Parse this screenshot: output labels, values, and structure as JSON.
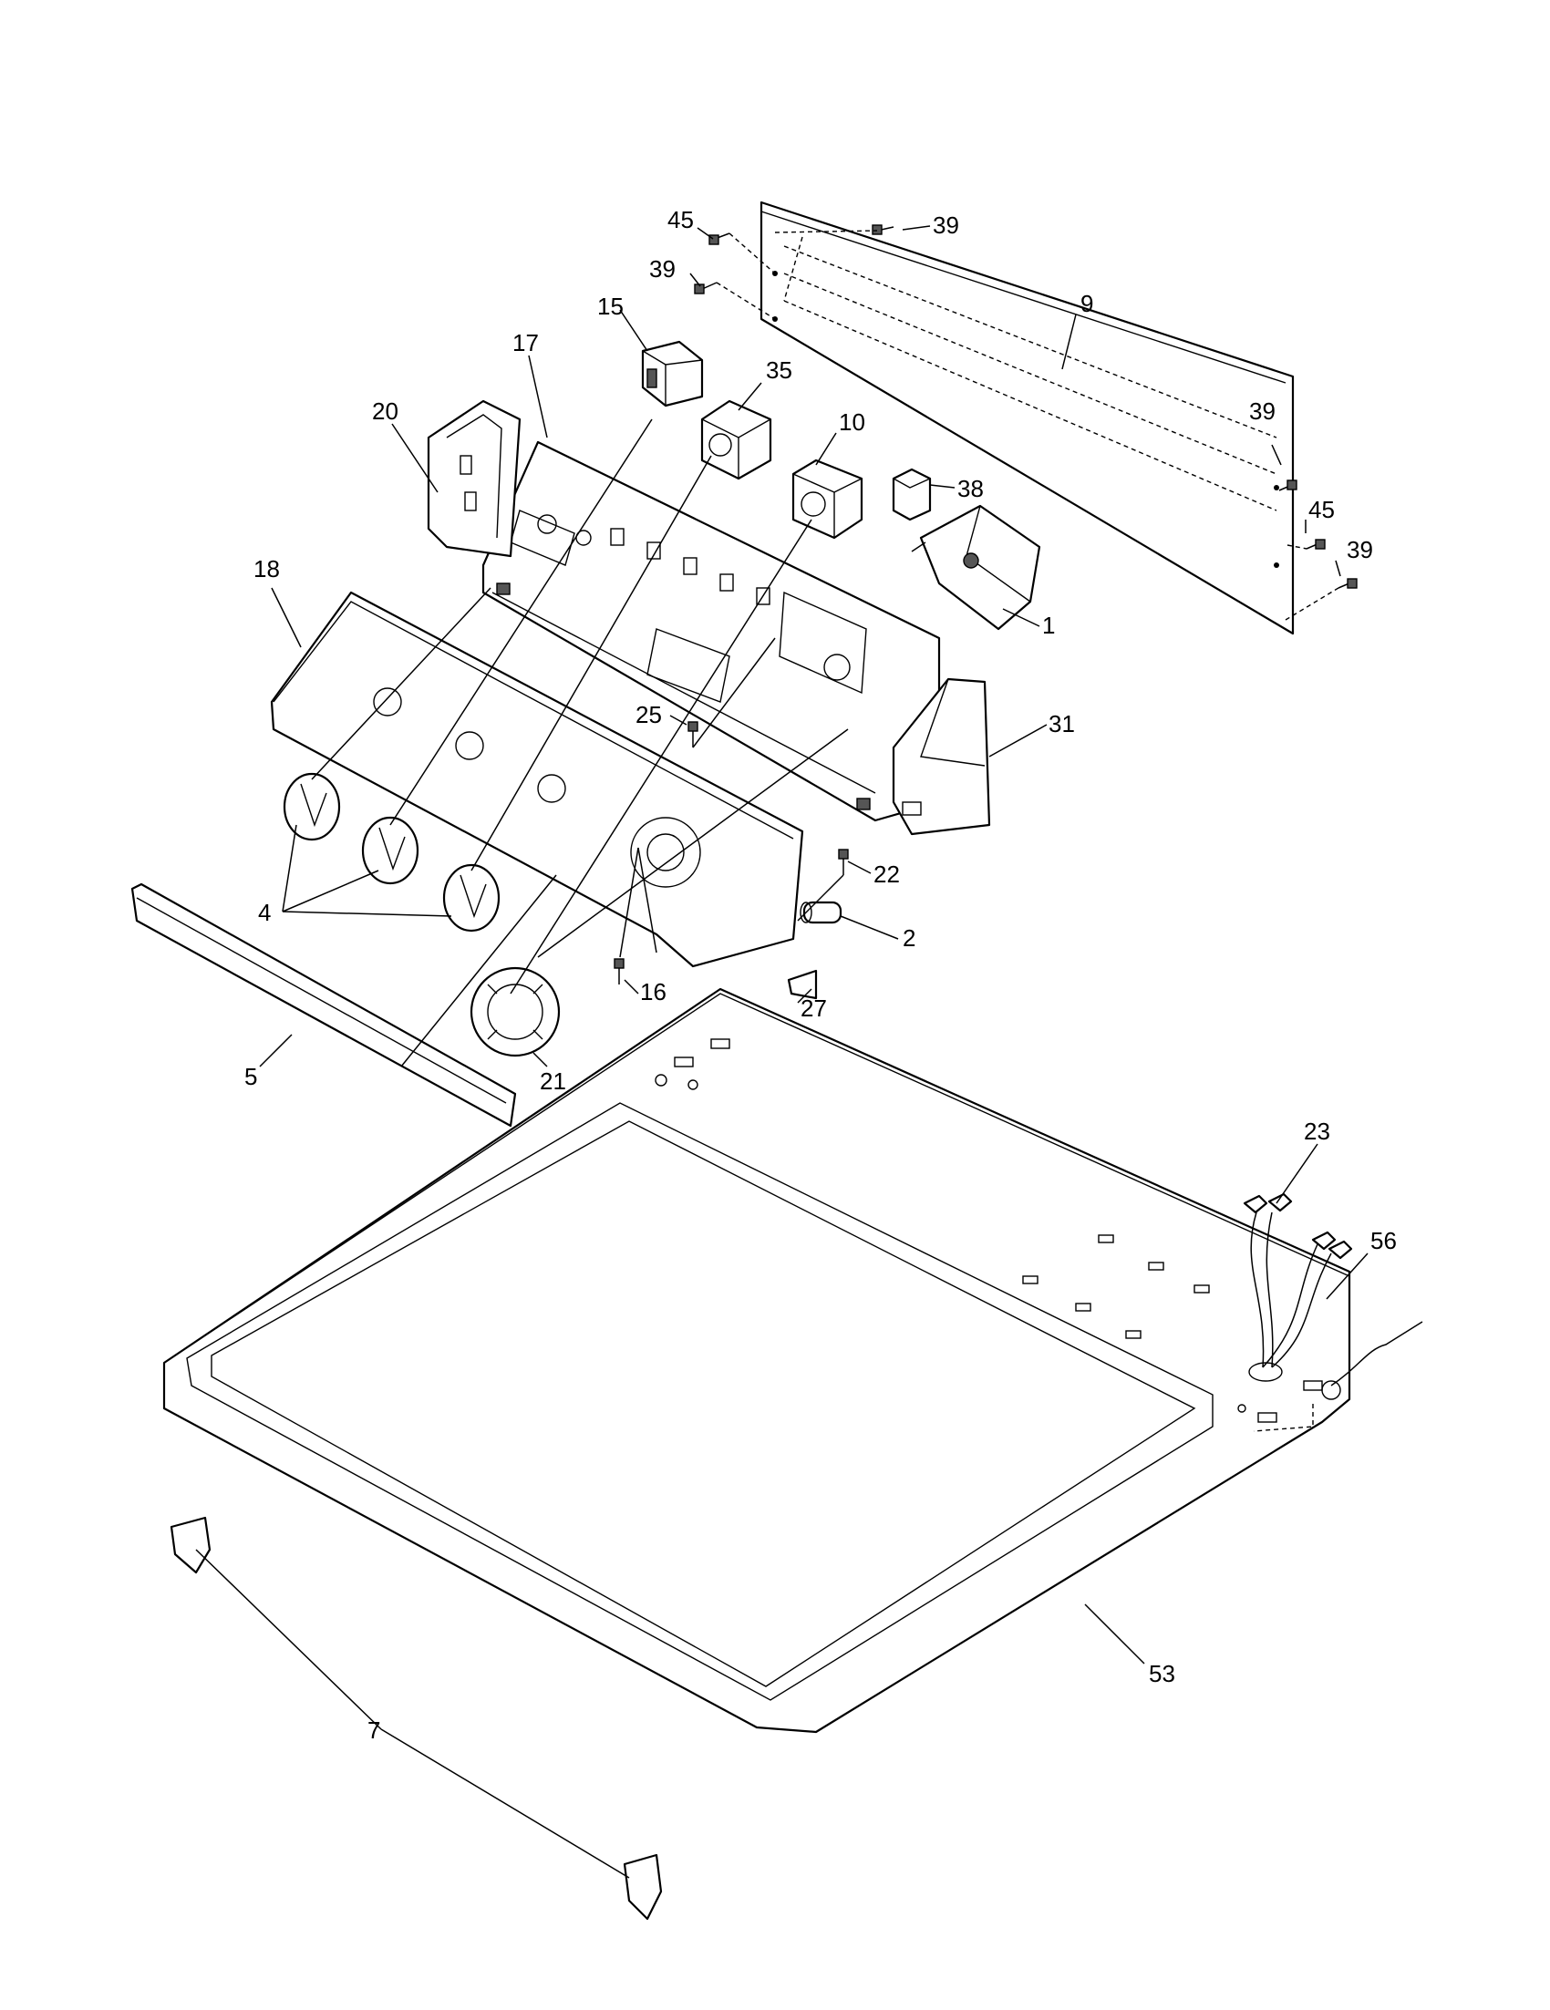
{
  "callouts": {
    "c45a": "45",
    "c39a": "39",
    "c39b": "39",
    "c9": "9",
    "c15": "15",
    "c17": "17",
    "c35": "35",
    "c20": "20",
    "c10": "10",
    "c38": "38",
    "c39c": "39",
    "c45b": "45",
    "c39d": "39",
    "c1": "1",
    "c18": "18",
    "c25": "25",
    "c31": "31",
    "c22": "22",
    "c4": "4",
    "c2": "2",
    "c16": "16",
    "c27": "27",
    "c5": "5",
    "c21": "21",
    "c23": "23",
    "c56": "56",
    "c53": "53",
    "c7": "7"
  }
}
